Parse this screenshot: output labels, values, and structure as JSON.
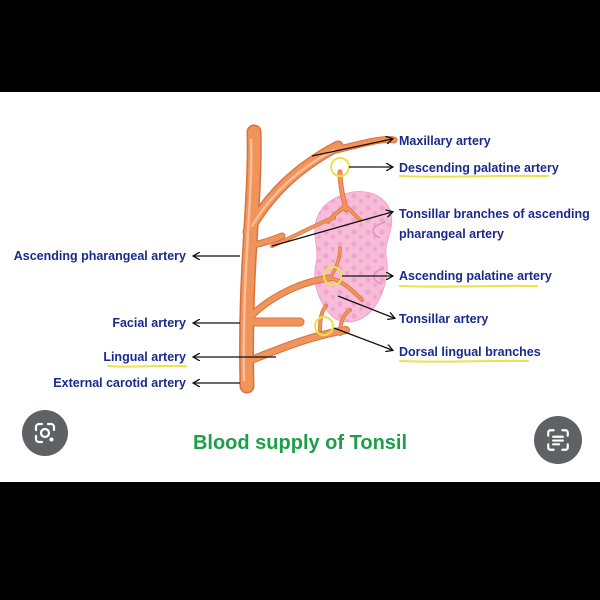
{
  "labels": {
    "maxillary": "Maxillary artery",
    "descending_palatine": "Descending palatine artery",
    "tonsillar_branches_line1": "Tonsillar branches of ascending",
    "tonsillar_branches_line2": "pharangeal artery",
    "ascending_pharangeal": "Ascending pharangeal artery",
    "ascending_palatine": "Ascending palatine artery",
    "facial": "Facial artery",
    "tonsillar_artery": "Tonsillar artery",
    "lingual": "Lingual artery",
    "dorsal_lingual": "Dorsal lingual branches",
    "external_carotid": "External carotid artery"
  },
  "title": "Blood supply of Tonsil",
  "icons": {
    "lens": "google-lens-icon",
    "text_select": "text-select-icon"
  },
  "colors": {
    "label_text": "#1a2a8c",
    "title_text": "#1f9e4a",
    "artery": "#f0945c",
    "tonsil": "#f7bcd8",
    "highlight": "#e9e24a"
  }
}
